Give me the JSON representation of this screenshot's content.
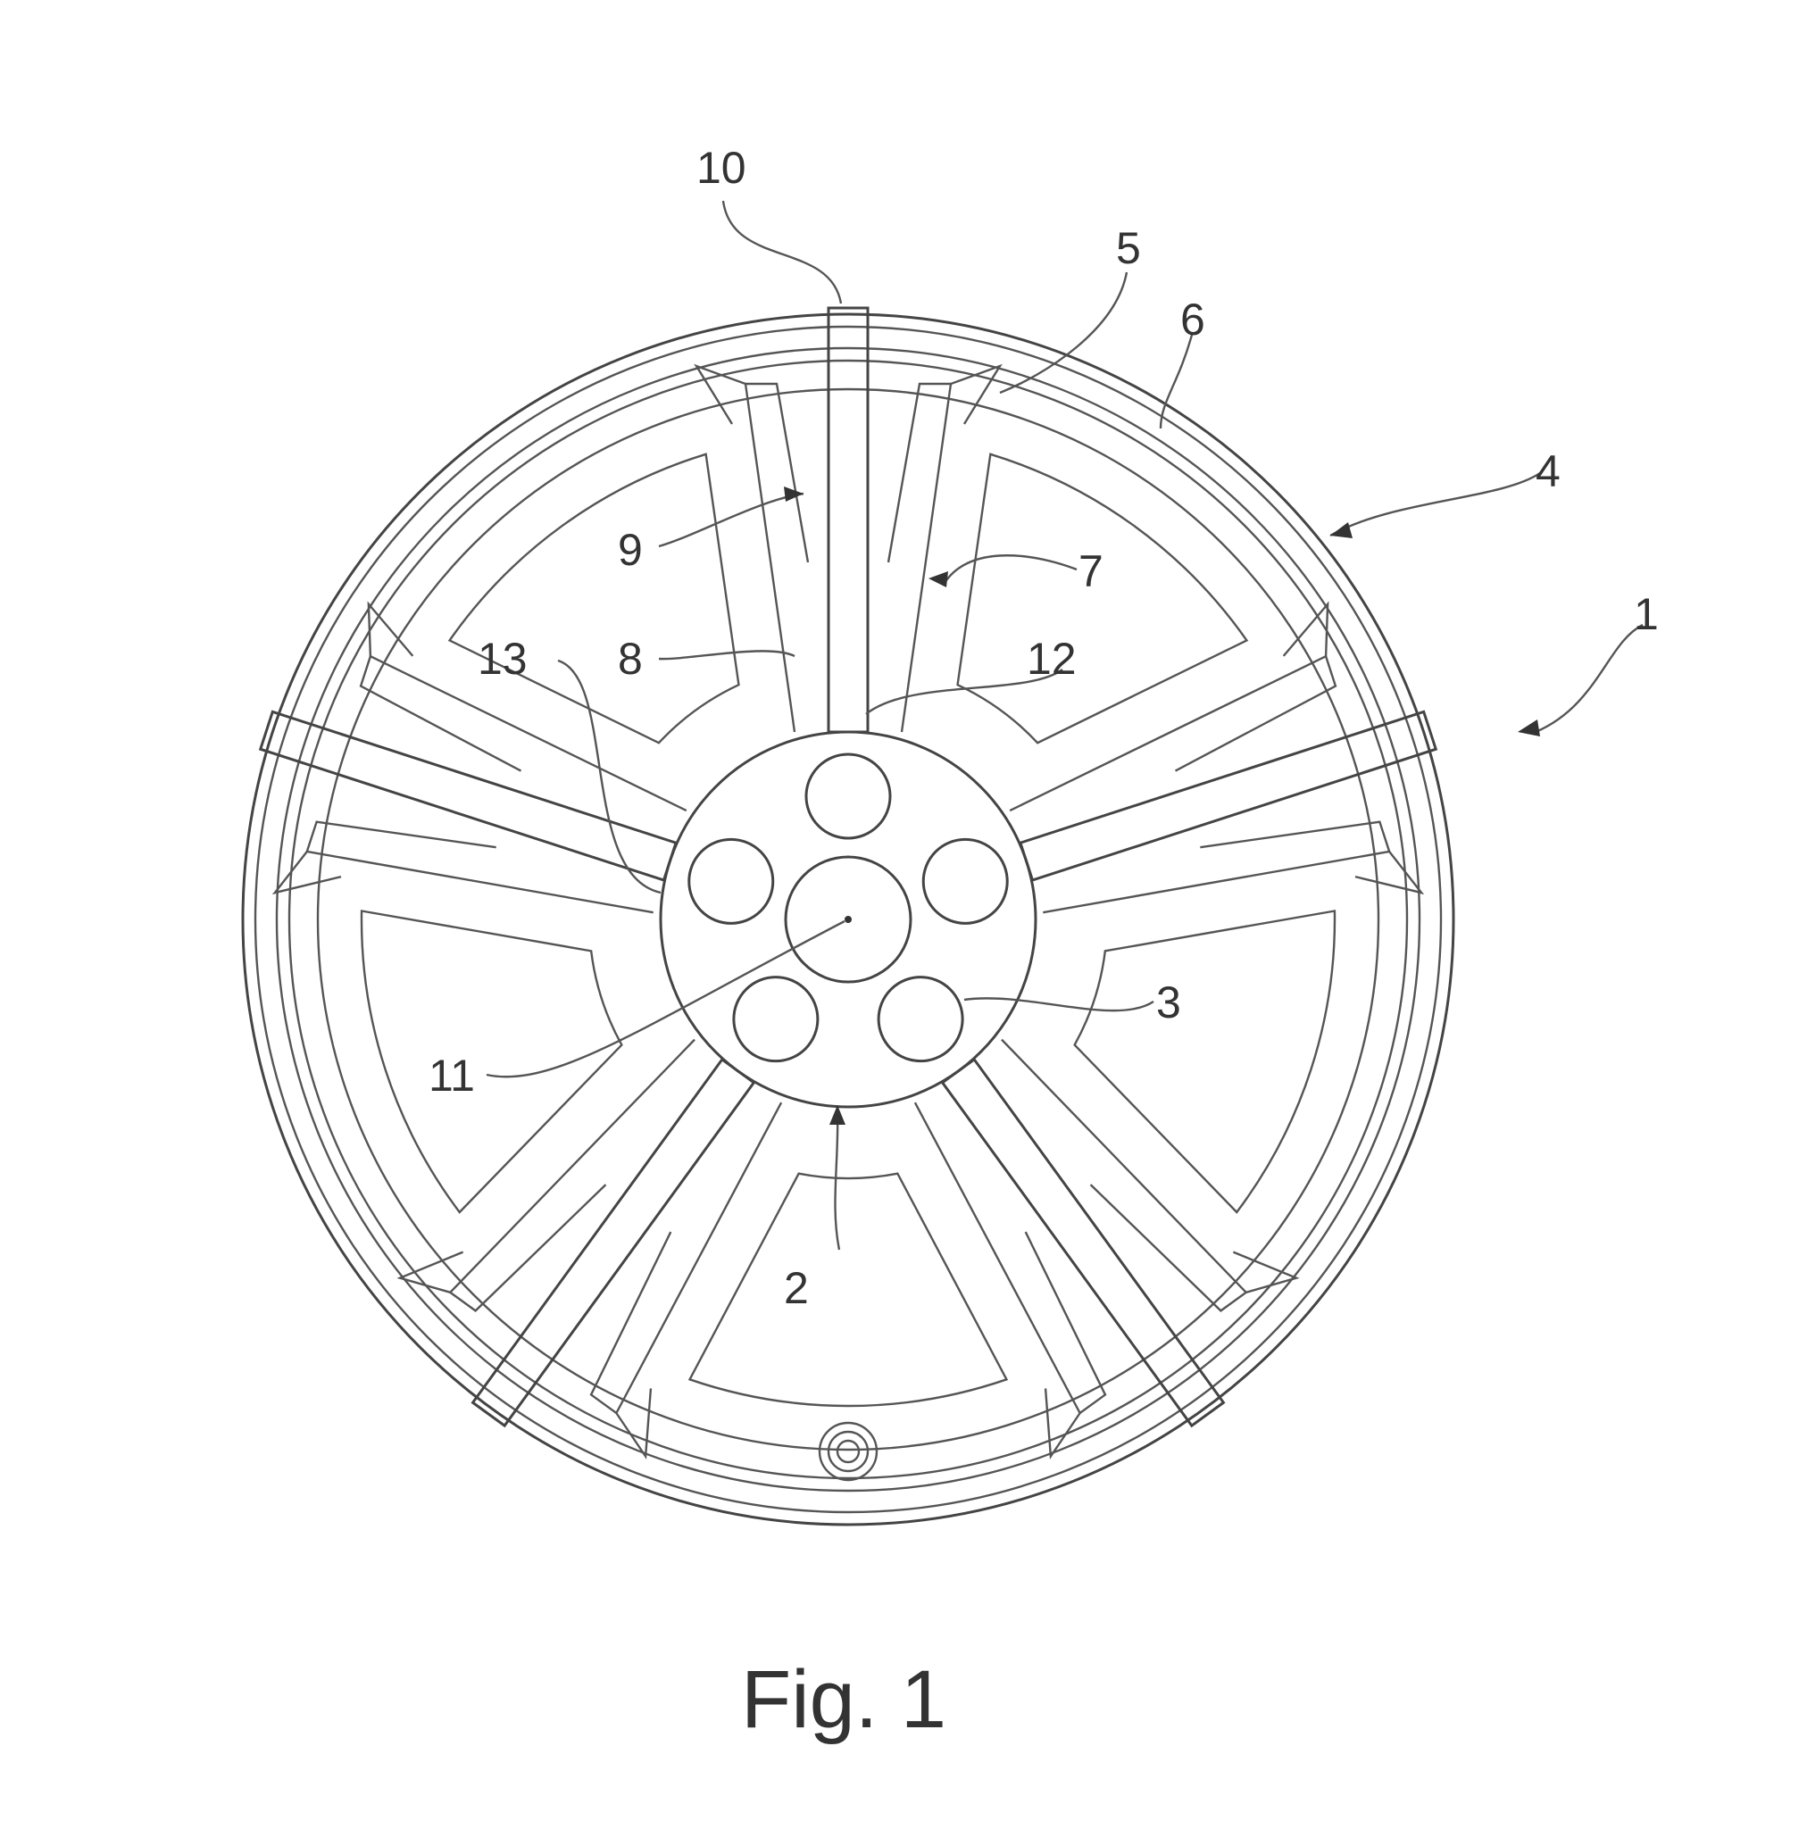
{
  "figure": {
    "caption": "Fig. 1",
    "reference_labels": [
      "1",
      "2",
      "3",
      "4",
      "5",
      "6",
      "7",
      "8",
      "9",
      "10",
      "11",
      "12",
      "13"
    ],
    "parts": {
      "hub_bolt_holes": 5,
      "spokes": 5,
      "center_bore": 1,
      "valve_stem": 1
    }
  }
}
